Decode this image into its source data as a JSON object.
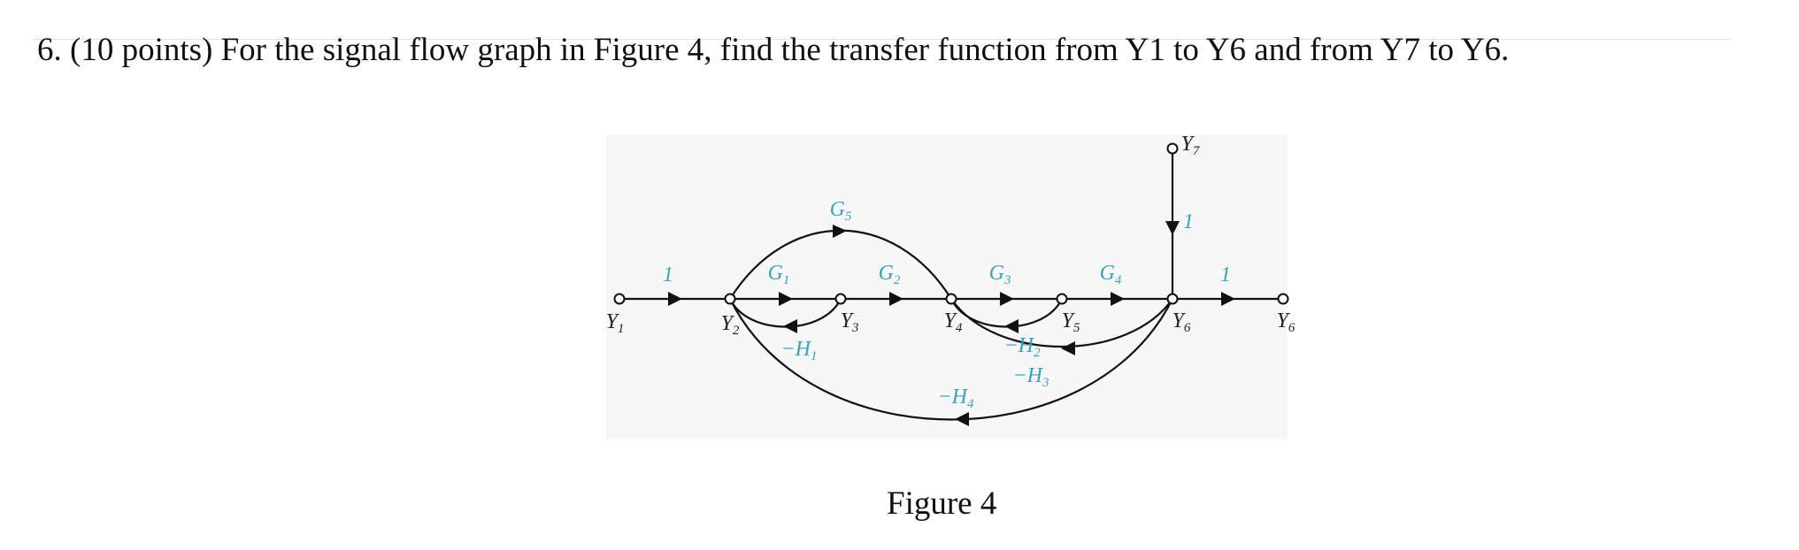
{
  "question": {
    "text": "6. (10 points) For the signal flow graph in Figure 4, find the transfer function from Y1 to Y6 and from Y7 to Y6."
  },
  "figure": {
    "caption": "Figure 4",
    "nodes": [
      {
        "id": "Y1",
        "label": "Y",
        "sub": "1"
      },
      {
        "id": "Y2",
        "label": "Y",
        "sub": "2"
      },
      {
        "id": "Y3",
        "label": "Y",
        "sub": "3"
      },
      {
        "id": "Y4",
        "label": "Y",
        "sub": "4"
      },
      {
        "id": "Y5",
        "label": "Y",
        "sub": "5"
      },
      {
        "id": "Y6",
        "label": "Y",
        "sub": "6"
      },
      {
        "id": "Y6out",
        "label": "Y",
        "sub": "6"
      },
      {
        "id": "Y7",
        "label": "Y",
        "sub": "7"
      }
    ],
    "branches": [
      {
        "from": "Y1",
        "to": "Y2",
        "gain": "1"
      },
      {
        "from": "Y2",
        "to": "Y3",
        "gain": "G",
        "sub": "1"
      },
      {
        "from": "Y3",
        "to": "Y4",
        "gain": "G",
        "sub": "2"
      },
      {
        "from": "Y4",
        "to": "Y5",
        "gain": "G",
        "sub": "3"
      },
      {
        "from": "Y5",
        "to": "Y6",
        "gain": "G",
        "sub": "4"
      },
      {
        "from": "Y6",
        "to": "Y6out",
        "gain": "1"
      },
      {
        "from": "Y2",
        "to": "Y4",
        "gain": "G",
        "sub": "5"
      },
      {
        "from": "Y3",
        "to": "Y2",
        "gain": "−H",
        "sub": "1"
      },
      {
        "from": "Y5",
        "to": "Y4",
        "gain": "−H",
        "sub": "2"
      },
      {
        "from": "Y6",
        "to": "Y4",
        "gain": "−H",
        "sub": "3"
      },
      {
        "from": "Y6",
        "to": "Y2",
        "gain": "−H",
        "sub": "4"
      },
      {
        "from": "Y7",
        "to": "Y6",
        "gain": "1"
      }
    ]
  }
}
